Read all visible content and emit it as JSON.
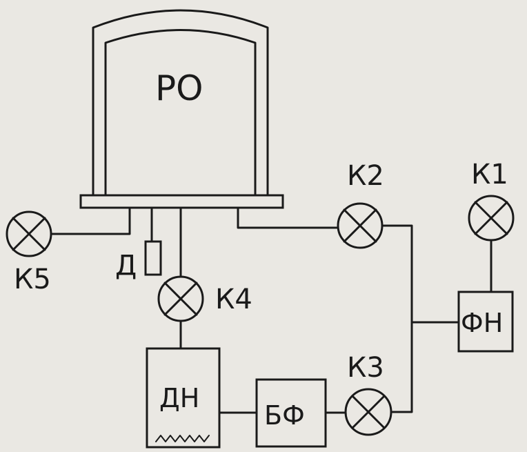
{
  "labels": {
    "chamber": "РО",
    "sensor": "Д",
    "diffusion_pump": "ДН",
    "fore_pump": "ФН",
    "trap": "БФ",
    "valve1": "К1",
    "valve2": "К2",
    "valve3": "К3",
    "valve4": "К4",
    "valve5": "К5"
  },
  "colors": {
    "ink": "#1a1a1a",
    "paper": "#eae8e3"
  }
}
